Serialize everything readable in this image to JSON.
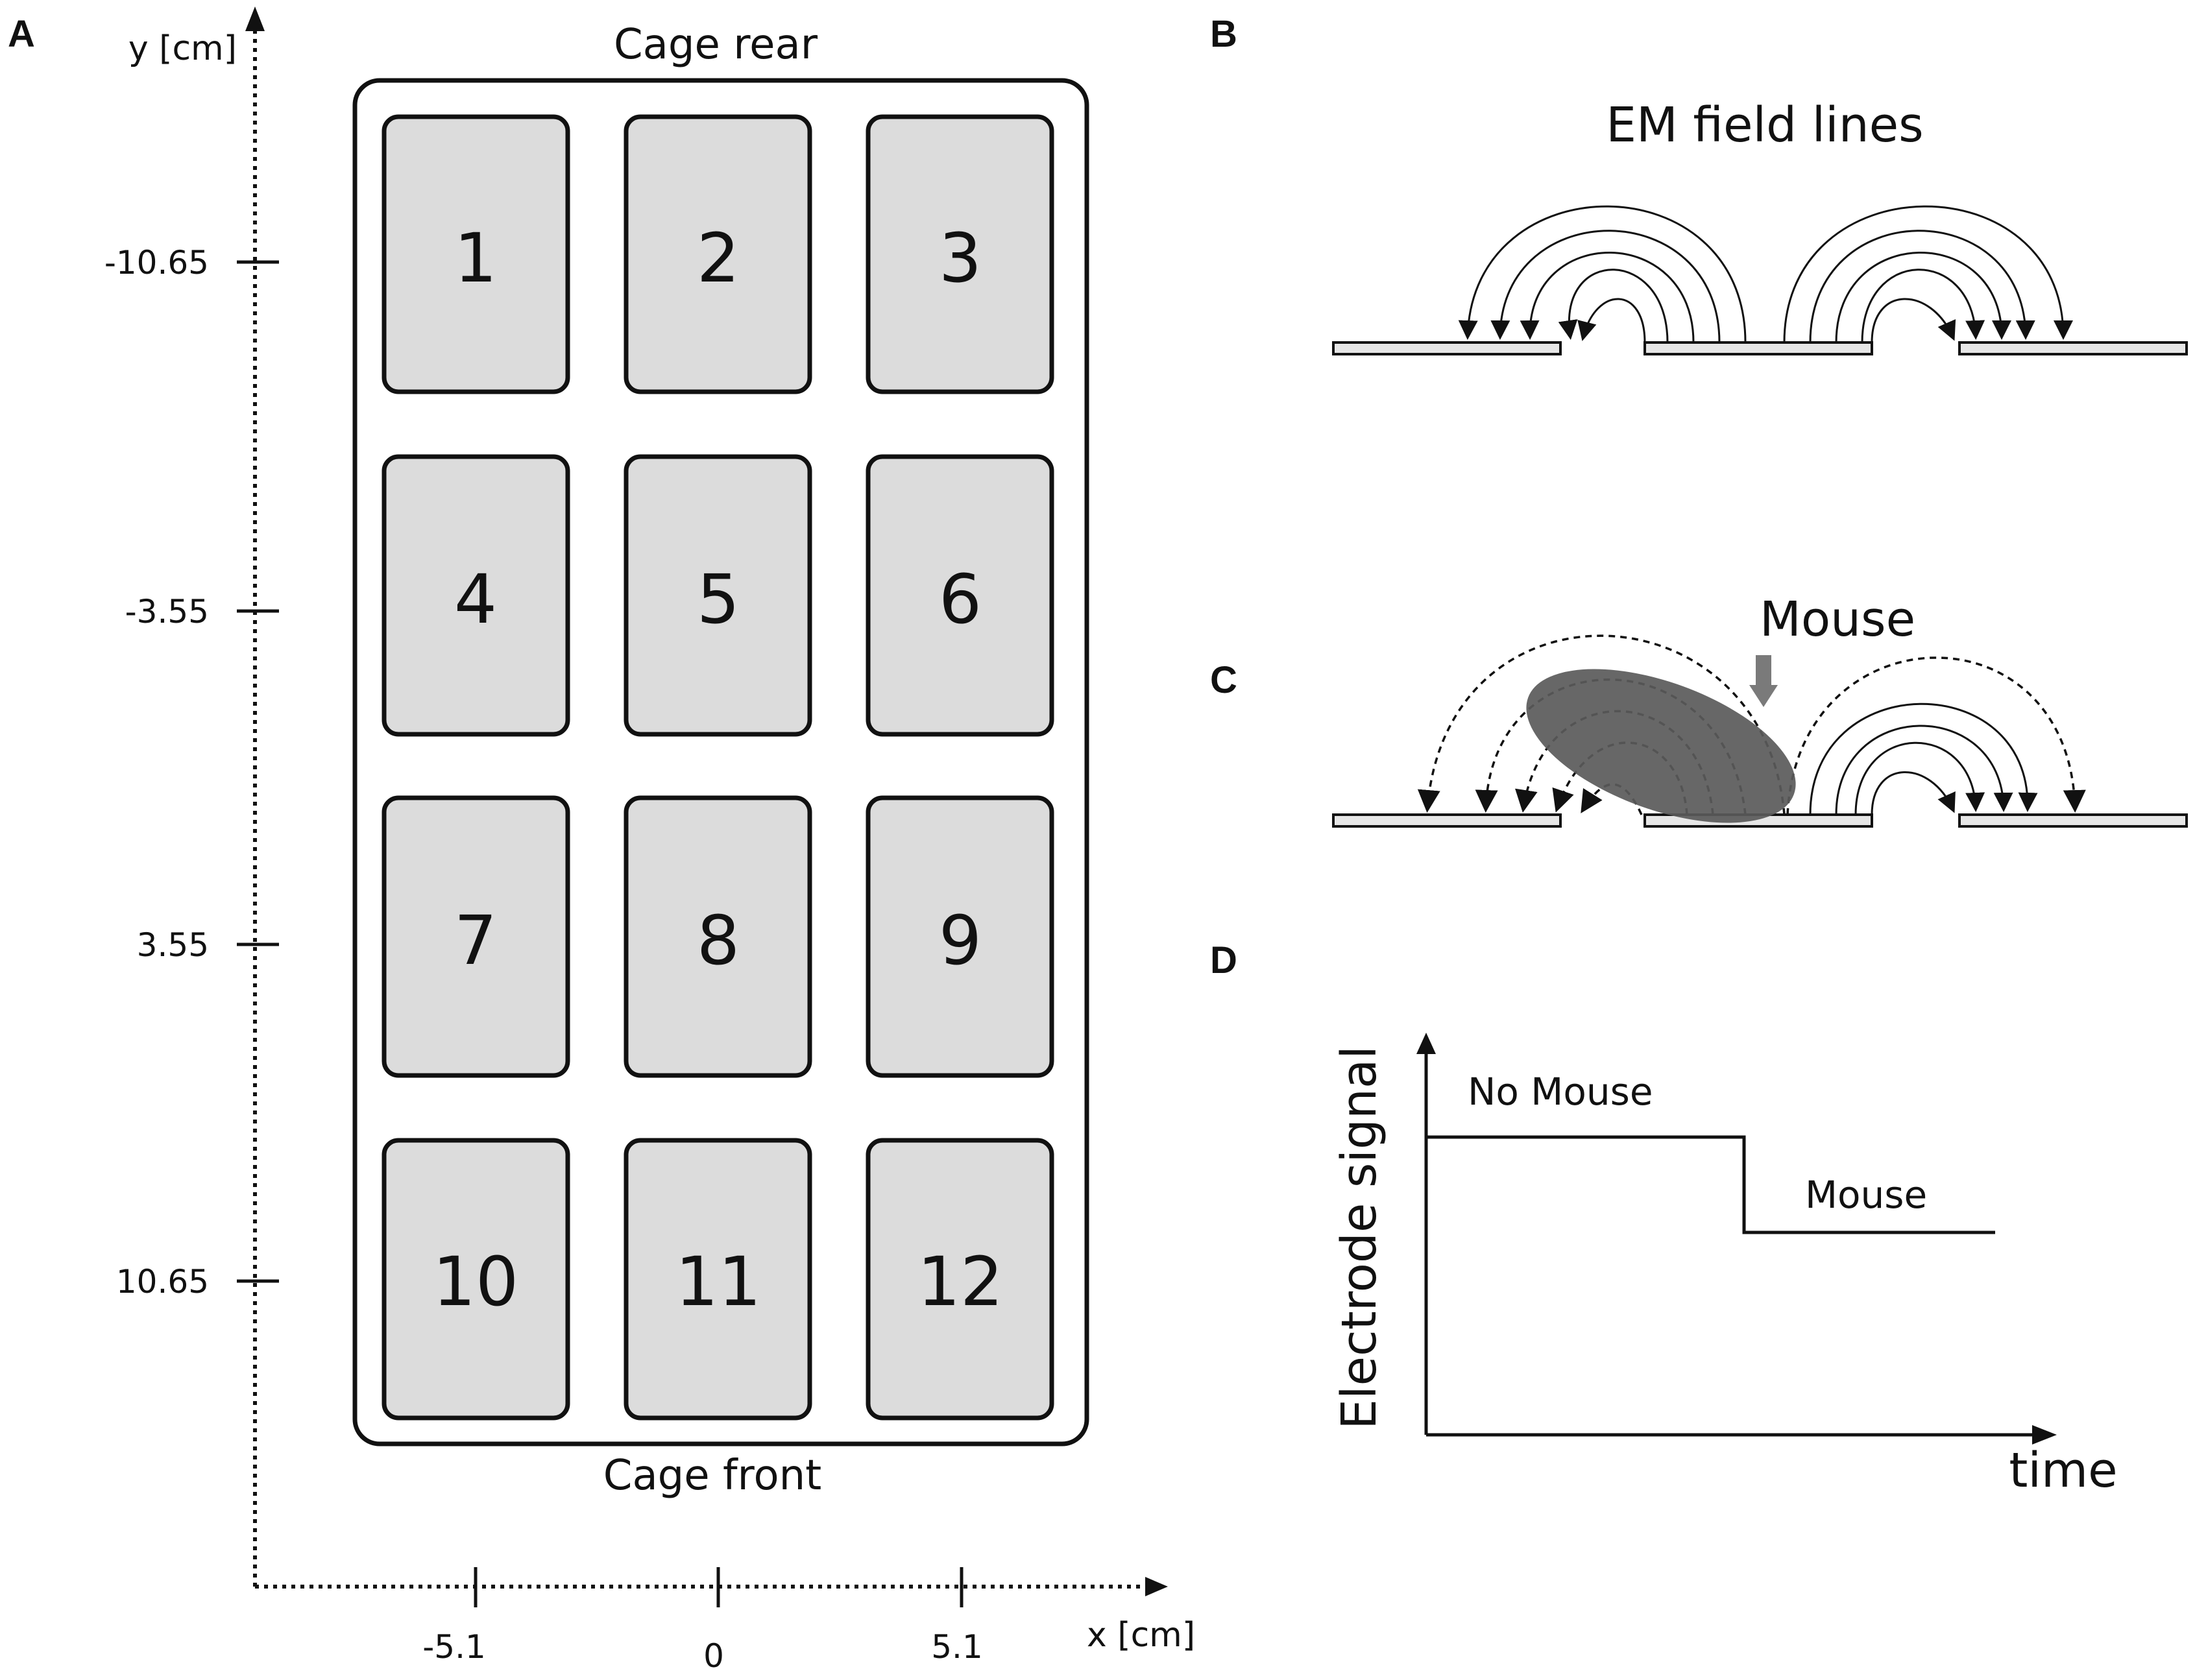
{
  "panel_a": {
    "letter": "A",
    "y_axis_label": "y [cm]",
    "x_axis_label": "x [cm]",
    "y_ticks": [
      "-10.65",
      "-3.55",
      "3.55",
      "10.65"
    ],
    "x_ticks": [
      "-5.1",
      "0",
      "5.1"
    ],
    "cage_rear_label": "Cage rear",
    "cage_front_label": "Cage front",
    "electrodes": [
      "1",
      "2",
      "3",
      "4",
      "5",
      "6",
      "7",
      "8",
      "9",
      "10",
      "11",
      "12"
    ]
  },
  "panel_b": {
    "letter": "B",
    "title": "EM field lines"
  },
  "panel_c": {
    "letter": "C",
    "mouse_label": "Mouse"
  },
  "panel_d": {
    "letter": "D",
    "ylabel": "Electrode signal",
    "xlabel": "time",
    "high_label": "No Mouse",
    "low_label": "Mouse"
  },
  "colors": {
    "electrode_fill": "#dcdcdc",
    "mouse_body": "#5a5a5a",
    "plate_fill": "#e6e6e6"
  }
}
